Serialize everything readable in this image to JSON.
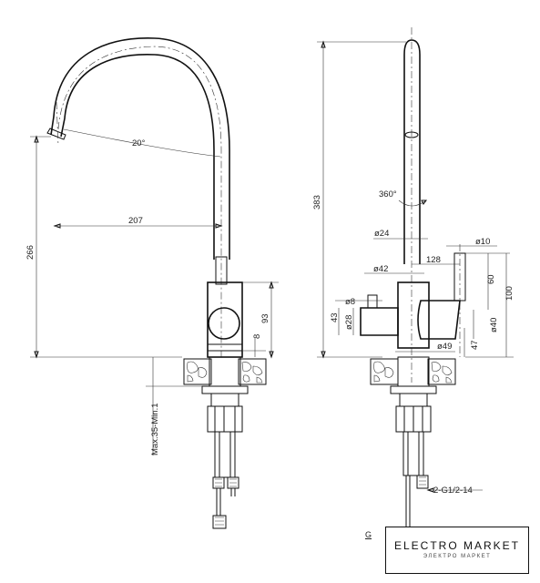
{
  "drawing": {
    "left_view": {
      "spout_angle": "20°",
      "reach": "207",
      "height": "266",
      "body_height": "93",
      "base_offset": "8",
      "mount_thickness": "Max.35-Min.1"
    },
    "right_view": {
      "total_height": "383",
      "rotation": "360°",
      "spout_diameter": "ø24",
      "side_pipe_diameter": "ø10",
      "side_offset": "128",
      "body_diameter": "ø42",
      "upper_height": "60",
      "side_height": "100",
      "lever_diameter": "ø8",
      "lever_height": "43",
      "lever_dia2": "ø28",
      "lower_pipe_diameter": "ø40",
      "base_diameter": "ø49",
      "base_height": "47",
      "connection": "2-G1/2-14"
    }
  },
  "brand": {
    "name": "ELECTRO MARKET",
    "tagline": "ЭЛЕКТРО МАРКЕТ",
    "mark_letter": "G"
  }
}
